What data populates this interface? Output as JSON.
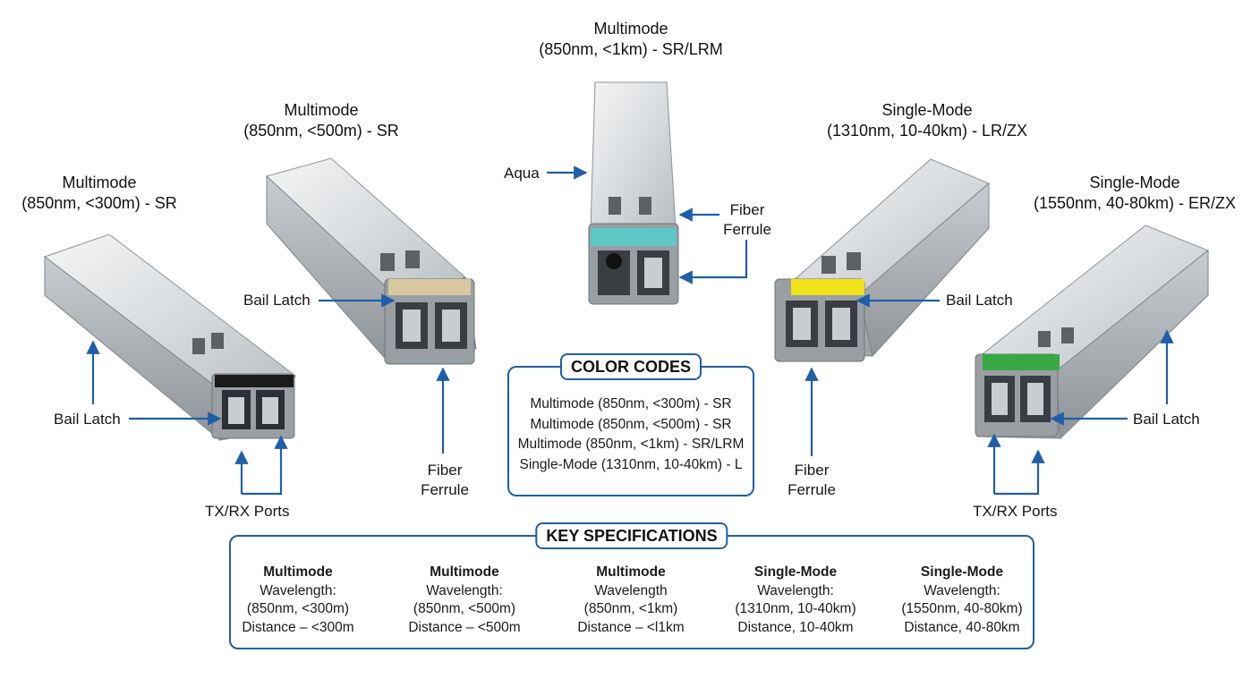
{
  "modules": [
    {
      "title1": "Multimode",
      "title2": "(850nm, <300m) - SR",
      "band": "#1b1b1b"
    },
    {
      "title1": "Multimode",
      "title2": "(850nm, <500m) - SR",
      "band": "#d8c8a0"
    },
    {
      "title1": "Multimode",
      "title2": "(850nm, <1km) - SR/LRM",
      "band": "#5ec8c6"
    },
    {
      "title1": "Single-Mode",
      "title2": "(1310nm, 10-40km) - LR/ZX",
      "band": "#f0e21a"
    },
    {
      "title1": "Single-Mode",
      "title2": "(1550nm, 40-80km) - ER/ZX",
      "band": "#38a845"
    }
  ],
  "callouts": {
    "bail_latch_1": "Bail Latch",
    "txrx_1": "TX/RX Ports",
    "bail_latch_2": "Bail Latch",
    "fiber_ferrule_2a": "Fiber",
    "fiber_ferrule_2b": "Ferrule",
    "aqua": "Aqua",
    "fiber_ferrule_3a": "Fiber",
    "fiber_ferrule_3b": "Ferrule",
    "bail_latch_4": "Bail Latch",
    "fiber_ferrule_4a": "Fiber",
    "fiber_ferrule_4b": "Ferrule",
    "bail_latch_5": "Bail Latch",
    "txrx_5": "TX/RX Ports"
  },
  "color_codes": {
    "title": "COLOR CODES",
    "rows": [
      "Multimode (850nm, <300m) - SR",
      "Multimode (850nm, <500m) - SR",
      "Multimode (850nm, <1km) - SR/LRM",
      "Single-Mode (1310nm, 10-40km) - L"
    ]
  },
  "key_specs": {
    "title": "KEY SPECIFICATIONS",
    "columns": [
      {
        "head": "Multimode",
        "l1": "Wavelength:",
        "l2": "(850nm, <300m)",
        "l3": "Distance – <300m"
      },
      {
        "head": "Multimode",
        "l1": "Wavelength:",
        "l2": "(850nm, <500m)",
        "l3": "Distance – <500m"
      },
      {
        "head": "Multimode",
        "l1": "Wavelength",
        "l2": "(850nm, <1km)",
        "l3": "Distance – <l1km"
      },
      {
        "head": "Single-Mode",
        "l1": "Wavelength:",
        "l2": "(1310nm, 10-40km)",
        "l3": "Distance, 10-40km"
      },
      {
        "head": "Single-Mode",
        "l1": "Wavelength:",
        "l2": "(1550nm, 40-80km)",
        "l3": "Distance, 40-80km"
      }
    ]
  },
  "colors": {
    "arrow": "#1f5fa8",
    "frame": "#1f5fa8"
  }
}
